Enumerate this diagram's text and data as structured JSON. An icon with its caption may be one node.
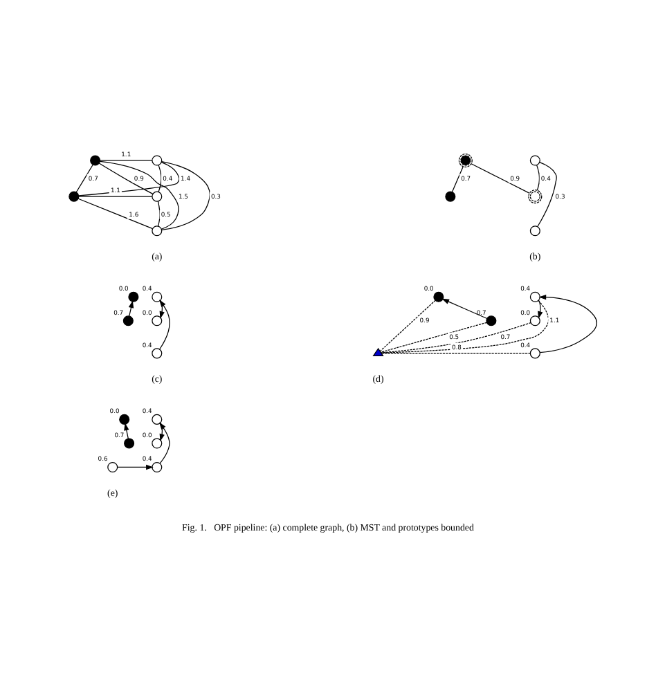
{
  "diagram": {
    "caption": "Fig. 1.   OPF pipeline: (a) complete graph, (b) MST and prototypes bounded",
    "nodes": [
      {
        "text": [],
        "shape": "circle"
      },
      {
        "text": [],
        "shape": "circle"
      },
      {
        "text": [],
        "shape": "circle"
      },
      {
        "text": [],
        "shape": "circle"
      },
      {
        "text": [],
        "shape": "circle"
      },
      {
        "text": [],
        "shape": "circle"
      },
      {
        "text": [],
        "shape": "circle"
      },
      {
        "text": [],
        "shape": "circle"
      },
      {
        "text": [],
        "shape": "circle"
      },
      {
        "text": [],
        "shape": "circle"
      },
      {
        "text": [],
        "shape": "circle",
        "beside": [
          "0.4"
        ]
      },
      {
        "text": [],
        "shape": "circle",
        "beside": [
          "0.0"
        ]
      },
      {
        "text": [],
        "shape": "circle",
        "beside": [
          "0.0"
        ]
      },
      {
        "text": [],
        "shape": "circle",
        "beside": [
          "0.7"
        ]
      },
      {
        "text": [],
        "shape": "circle",
        "beside": [
          "0.4"
        ]
      },
      {
        "text": [],
        "shape": "circle",
        "beside": [
          "0.4"
        ]
      },
      {
        "text": [],
        "shape": "circle",
        "beside": [
          "0.0"
        ]
      },
      {
        "text": [],
        "shape": "circle",
        "beside": [
          "0.0"
        ]
      },
      {
        "text": [],
        "shape": "circle",
        "beside": [
          "0.7"
        ]
      },
      {
        "text": [],
        "shape": "circle",
        "beside": [
          "0.4"
        ]
      },
      {
        "text": [],
        "shape": "triangle"
      },
      {
        "text": [],
        "shape": "circle",
        "beside": [
          "0.4"
        ]
      },
      {
        "text": [],
        "shape": "circle",
        "beside": [
          "0.0"
        ]
      },
      {
        "text": [],
        "shape": "circle",
        "beside": [
          "0.0"
        ]
      },
      {
        "text": [],
        "shape": "circle",
        "beside": [
          "0.7"
        ]
      },
      {
        "text": [],
        "shape": "circle",
        "beside": [
          "0.4"
        ]
      },
      {
        "text": [],
        "shape": "circle",
        "beside": [
          "0.6"
        ]
      }
    ],
    "edges": [
      {
        "from": 0,
        "to": 1,
        "arrow": "none",
        "label": "1.1"
      },
      {
        "from": 0,
        "to": 2,
        "arrow": "none",
        "label": "0.4"
      },
      {
        "from": 0,
        "to": 3,
        "arrow": "none",
        "label": "1.4"
      },
      {
        "from": 0,
        "to": 4,
        "arrow": "none",
        "label": "0.3"
      },
      {
        "from": 4,
        "to": 1,
        "arrow": "none",
        "label": "1.5"
      },
      {
        "from": 4,
        "to": 2,
        "arrow": "none",
        "label": "0.5"
      },
      {
        "from": 2,
        "to": 1,
        "arrow": "none",
        "label": "0.9"
      },
      {
        "from": 2,
        "to": 3,
        "arrow": "none",
        "label": "1.1"
      },
      {
        "from": 1,
        "to": 3,
        "arrow": "none",
        "label": "0.7"
      },
      {
        "from": 4,
        "to": 3,
        "arrow": "none",
        "label": "1.6"
      },
      {
        "from": 5,
        "to": 9,
        "arrow": "none",
        "label": "0.3"
      },
      {
        "from": 5,
        "to": 7,
        "arrow": "none",
        "label": "0.4"
      },
      {
        "from": 7,
        "to": 6,
        "arrow": "none",
        "label": "0.9"
      },
      {
        "from": 6,
        "to": 8,
        "arrow": "none",
        "label": "0.7"
      },
      {
        "from": 14,
        "to": 10,
        "arrow": "to"
      },
      {
        "from": 10,
        "to": 12,
        "arrow": "to"
      },
      {
        "from": 13,
        "to": 11,
        "arrow": "to"
      },
      {
        "from": 19,
        "to": 15,
        "arrow": "to"
      },
      {
        "from": 15,
        "to": 17,
        "arrow": "to"
      },
      {
        "from": 18,
        "to": 16,
        "arrow": "to"
      },
      {
        "from": 15,
        "to": 20,
        "arrow": "none",
        "label": "1.1",
        "style": "dashed"
      },
      {
        "from": 16,
        "to": 20,
        "arrow": "none",
        "label": "0.9",
        "style": "dashed"
      },
      {
        "from": 17,
        "to": 20,
        "arrow": "none",
        "label": "0.7",
        "style": "dashed"
      },
      {
        "from": 18,
        "to": 20,
        "arrow": "none",
        "label": "0.5",
        "style": "dashed"
      },
      {
        "from": 19,
        "to": 20,
        "arrow": "none",
        "label": "0.8",
        "style": "dashed"
      },
      {
        "from": 25,
        "to": 21,
        "arrow": "to"
      },
      {
        "from": 21,
        "to": 23,
        "arrow": "to"
      },
      {
        "from": 24,
        "to": 22,
        "arrow": "to"
      },
      {
        "from": 26,
        "to": 25,
        "arrow": "to"
      }
    ],
    "labels": [
      "(a)",
      "(b)",
      "(c)",
      "(d)",
      "(e)"
    ]
  }
}
